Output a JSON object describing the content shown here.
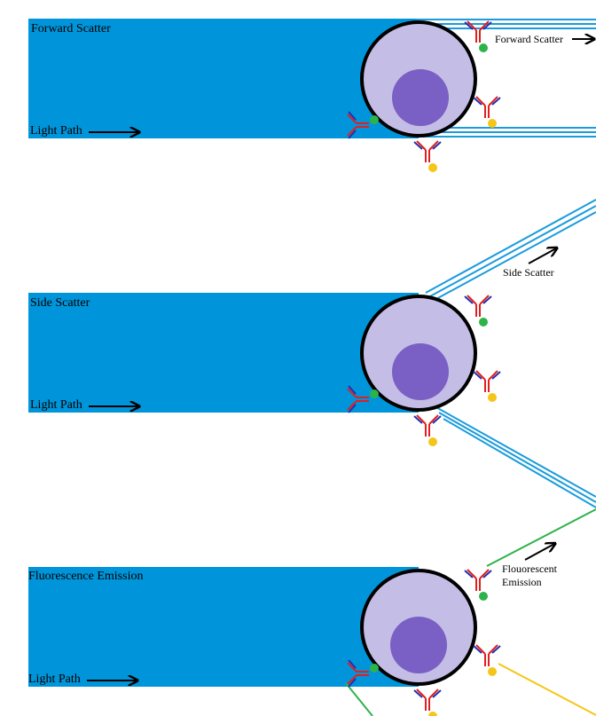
{
  "panels": [
    {
      "title": "Forward Scatter",
      "light_label": "Light Path",
      "annotation": "Forward Scatter"
    },
    {
      "title": "Side Scatter",
      "light_label": "Light Path",
      "annotation": "Side Scatter"
    },
    {
      "title": "Fluorescence Emission",
      "light_label": "Light Path",
      "annotation_line1": "Flouorescent",
      "annotation_line2": "Emission"
    }
  ],
  "colors": {
    "light_beam": "#0095DA",
    "scatter_ray": "#1A9BDC",
    "cell_body": "#C4BDE5",
    "nucleus": "#7A5FC4",
    "membrane": "#000000",
    "antibody_heavy": "#E02020",
    "antibody_light": "#2030B0",
    "fluorophore_green": "#2DB34A",
    "fluorophore_yellow": "#F5C518",
    "emission_green": "#2DB34A",
    "emission_yellow": "#F5C518"
  }
}
